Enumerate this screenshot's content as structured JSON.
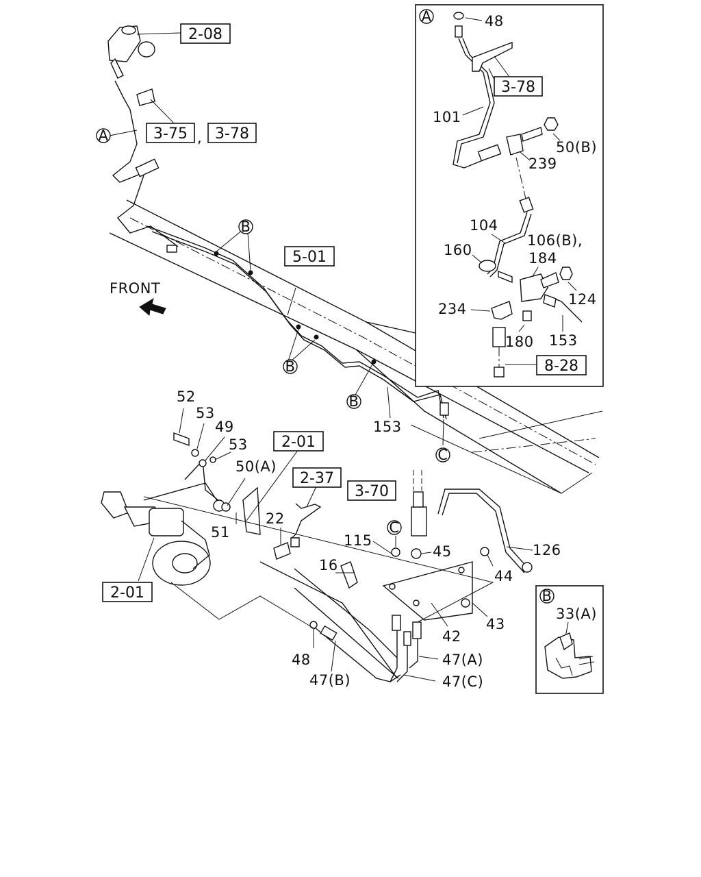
{
  "front_label": "FRONT",
  "inset_a": {
    "marker": "A",
    "labels": {
      "l48": "48",
      "ref_378": "3-78",
      "l101": "101",
      "l50b": "50(B)",
      "l239": "239",
      "l104": "104",
      "l106b": "106(B),",
      "l184": "184",
      "l160": "160",
      "l124": "124",
      "l234": "234",
      "l180": "180",
      "l153": "153",
      "ref_828": "8-28"
    }
  },
  "inset_b": {
    "marker": "B",
    "labels": {
      "l33a": "33(A)"
    }
  },
  "main": {
    "refs": {
      "r208": "2-08",
      "r375": "3-75",
      "r378": "3-78",
      "r501": "5-01",
      "r201a": "2-01",
      "r237": "2-37",
      "r370": "3-70",
      "r201b": "2-01"
    },
    "comma": ",",
    "markers": {
      "a": "A",
      "b1": "B",
      "b2": "B",
      "b3": "B",
      "c1": "C",
      "c2": "C"
    },
    "labels": {
      "l52": "52",
      "l53a": "53",
      "l49": "49",
      "l53b": "53",
      "l50a": "50(A)",
      "l153": "153",
      "l22": "22",
      "l51": "51",
      "l115": "115",
      "l45": "45",
      "l126": "126",
      "l44": "44",
      "l16": "16",
      "l43": "43",
      "l42": "42",
      "l47a": "47(A)",
      "l48": "48",
      "l47b": "47(B)",
      "l47c": "47(C)"
    }
  }
}
